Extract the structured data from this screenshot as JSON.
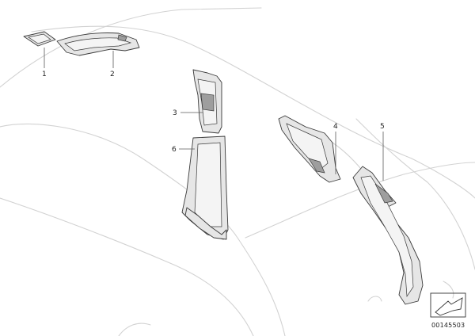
{
  "parts": [
    {
      "id": "1",
      "label": "1"
    },
    {
      "id": "2",
      "label": "2"
    },
    {
      "id": "3",
      "label": "3"
    },
    {
      "id": "4",
      "label": "4"
    },
    {
      "id": "5",
      "label": "5"
    },
    {
      "id": "6",
      "label": "6"
    }
  ],
  "reference_code": "00145503",
  "icons": {
    "reference_arrow": "view-direction-arrow-icon"
  },
  "colors": {
    "line": "#3a3a3a",
    "body_outline": "#d2d2d2",
    "part_fill": "#e6e6e6"
  }
}
